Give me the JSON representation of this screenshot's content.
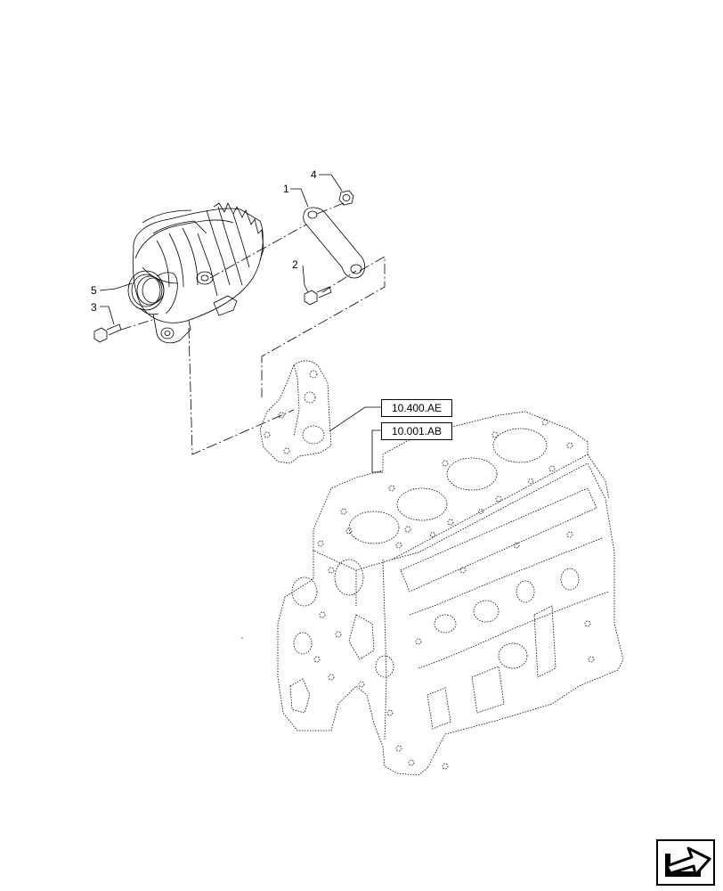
{
  "callouts": {
    "c1": "1",
    "c2": "2",
    "c3": "3",
    "c4": "4",
    "c5": "5"
  },
  "references": {
    "ref1": "10.400.AE",
    "ref2": "10.001.AB"
  },
  "icons": {
    "next_page": "next-page-arrow-icon"
  }
}
